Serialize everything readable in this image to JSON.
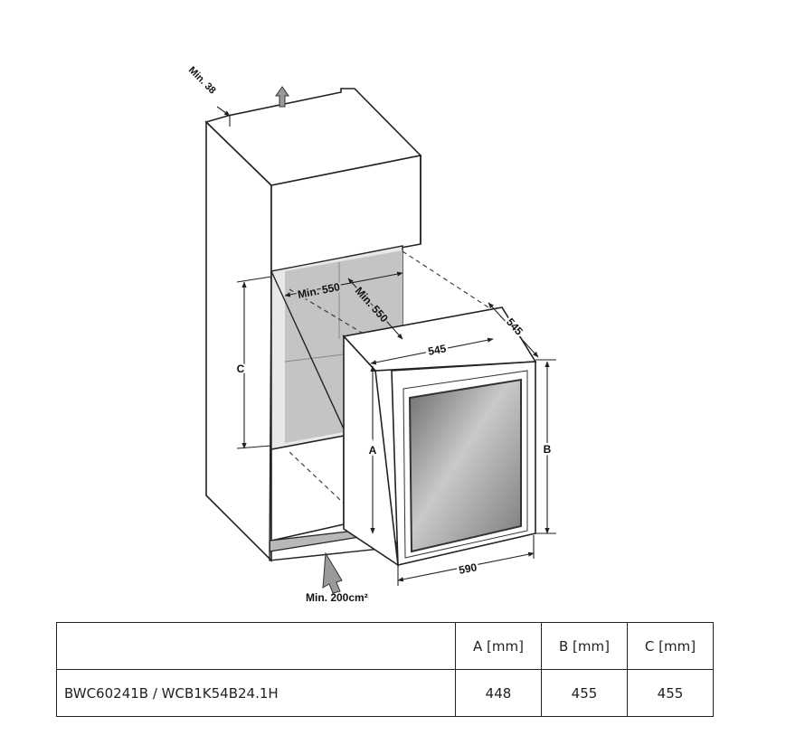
{
  "diagram": {
    "min_top_gap": "Min. 38",
    "min_width": "Min. 550",
    "min_depth": "Min. 550",
    "appliance_width_top": "545",
    "appliance_depth": "545",
    "appliance_width_bottom": "590",
    "dim_a": "A",
    "dim_b": "B",
    "dim_c": "C",
    "vent_min": "Min. 200cm²"
  },
  "table": {
    "headers": [
      "",
      "A [mm]",
      "B [mm]",
      "C [mm]"
    ],
    "rows": [
      [
        "BWC60241B / WCB1K54B24.1H",
        "448",
        "455",
        "455"
      ]
    ]
  }
}
